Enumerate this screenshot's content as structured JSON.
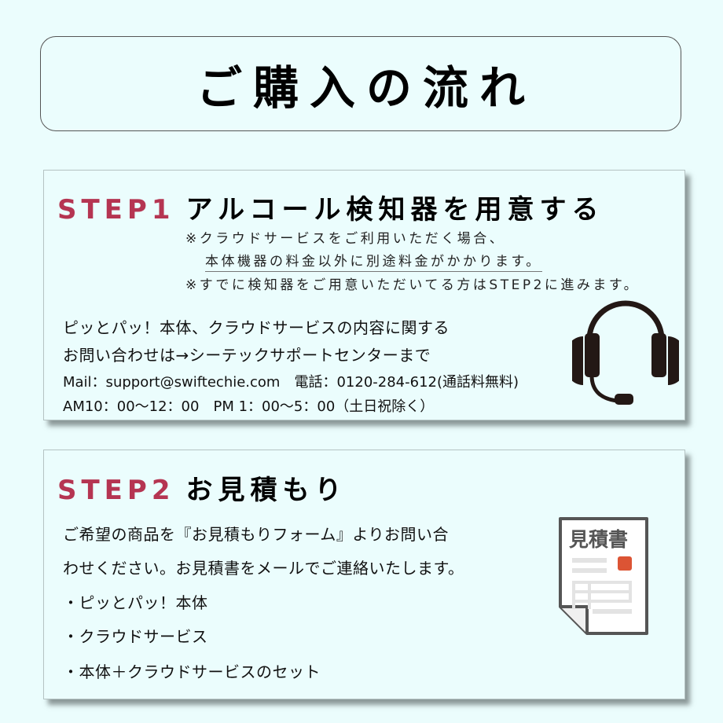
{
  "header": {
    "title": "ご購入の流れ"
  },
  "step1": {
    "label": "STEP1",
    "title": "アルコール検知器を用意する",
    "notes": [
      "※クラウドサービスをご利用いただく場合、",
      "本体機器の料金以外に別途料金がかかります。",
      "※すでに検知器をご用意いただいてる方はSTEP2に進みます。"
    ],
    "contact": {
      "line1": "ピッとパッ！本体、クラウドサービスの内容に関する",
      "line2": "お問い合わせは→シーテックサポートセンターまで",
      "mail": "Mail：support@swiftechie.com　電話：0120-284-612(通話料無料)",
      "hours": "AM10：00〜12：00　PM 1：00〜5：00（土日祝除く）"
    },
    "icon": "headset-icon",
    "colors": {
      "step_label": "#b53552",
      "icon": "#231815"
    }
  },
  "step2": {
    "label": "STEP2",
    "title": "お見積もり",
    "body": [
      "ご希望の商品を『お見積もりフォーム』よりお問い合",
      "わせください。お見積書をメールでご連絡いたします。"
    ],
    "items": [
      "・ピッとパッ！本体",
      "・クラウドサービス",
      "・本体＋クラウドサービスのセット"
    ],
    "icon": "quote-document-icon",
    "icon_label": "見積書",
    "colors": {
      "doc_border": "#555555",
      "doc_accent": "#dc5434",
      "doc_lines": "#e3e3e3"
    }
  }
}
